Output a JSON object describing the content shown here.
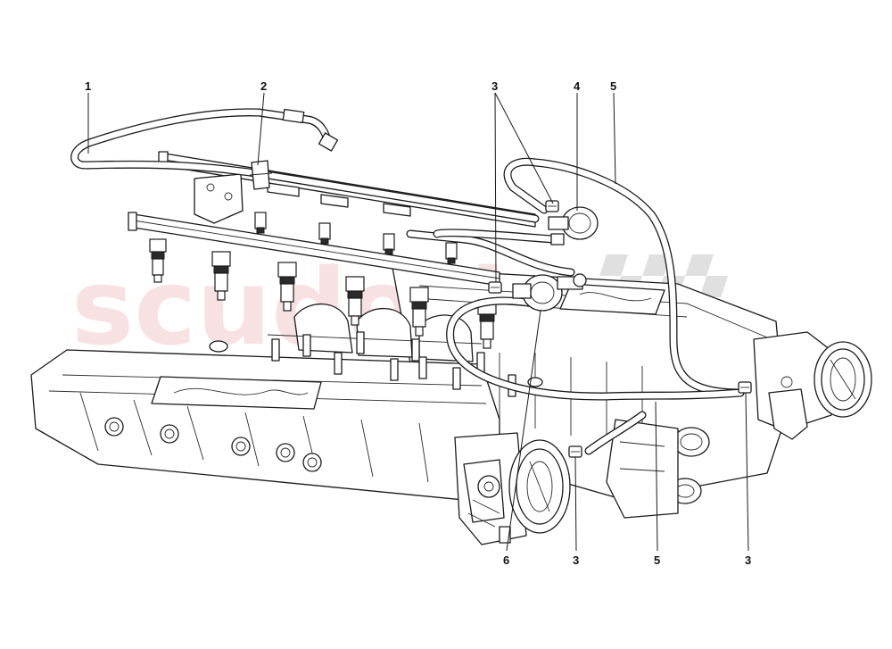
{
  "watermark": {
    "text": "scuderia"
  },
  "callouts": [
    {
      "id": "c1",
      "label": "1"
    },
    {
      "id": "c2",
      "label": "2"
    },
    {
      "id": "c3a",
      "label": "3"
    },
    {
      "id": "c4",
      "label": "4"
    },
    {
      "id": "c5a",
      "label": "5"
    },
    {
      "id": "c6",
      "label": "6"
    },
    {
      "id": "c3b",
      "label": "3"
    },
    {
      "id": "c5b",
      "label": "5"
    },
    {
      "id": "c3c",
      "label": "3"
    }
  ],
  "colors": {
    "line": "#1a1a1a",
    "watermark": "#f3c9cc",
    "background": "#ffffff"
  },
  "icons": {
    "checkered_flag": "checkered-flag-icon"
  }
}
